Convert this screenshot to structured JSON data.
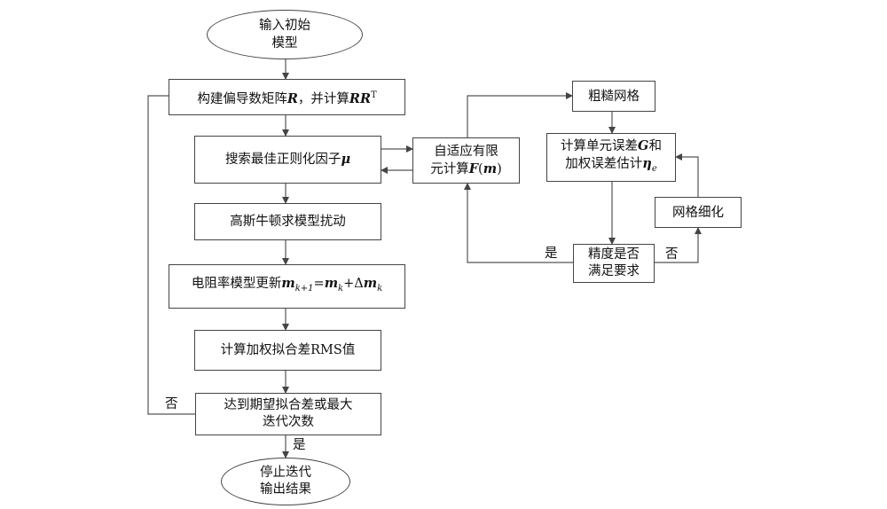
{
  "nodes": {
    "start": {
      "l1": "输入初始",
      "l2": "模型"
    },
    "jacobian": {
      "pre": "构建偏导数矩阵",
      "R": "R",
      "mid": "，并计算",
      "RR": "RR",
      "sup": "T"
    },
    "search": {
      "pre": "搜索最佳正则化因子",
      "mu": "μ"
    },
    "adaptive": {
      "l1": "自适应有限",
      "l2pre": "元计算",
      "F": "F",
      "paren_open": "(",
      "m": "m",
      "paren_close": ")"
    },
    "gauss": {
      "text": "高斯牛顿求模型扰动"
    },
    "update": {
      "pre": "电阻率模型更新",
      "m1": "m",
      "sub1": "k+1",
      "eq": "=",
      "m2": "m",
      "sub2": "k",
      "plus": "+Δ",
      "m3": "m",
      "sub3": "k"
    },
    "rms": {
      "text": "计算加权拟合差RMS值"
    },
    "check": {
      "l1": "达到期望拟合差或最大",
      "l2": "迭代次数"
    },
    "stop": {
      "l1": "停止迭代",
      "l2": "输出结果"
    },
    "coarse": {
      "text": "粗糙网格"
    },
    "error": {
      "l1pre": "计算单元误差",
      "G": "G",
      "l1post": "和",
      "l2pre": "加权误差估计",
      "eta": "η",
      "eta_sub": "e"
    },
    "refine": {
      "text": "网格细化"
    },
    "precision": {
      "l1": "精度是否",
      "l2": "满足要求"
    }
  },
  "labels": {
    "check_no": "否",
    "check_yes": "是",
    "precision_yes": "是",
    "precision_no": "否"
  }
}
